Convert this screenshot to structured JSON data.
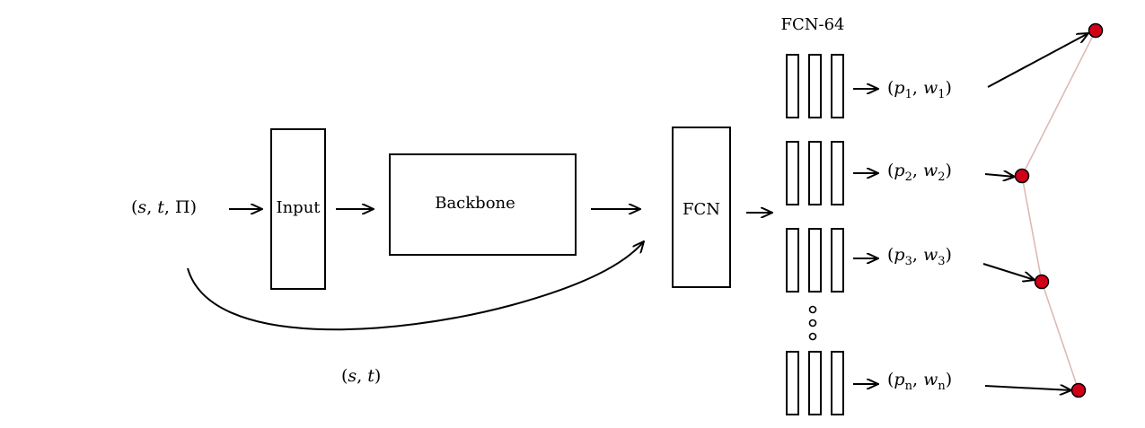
{
  "labels": {
    "input_tuple_prefix": "(",
    "input_tuple_s": "s",
    "input_tuple_t": "t",
    "input_tuple_pi": "Π",
    "skip_tuple_s": "s",
    "skip_tuple_t": "t",
    "input_block": "Input",
    "backbone_block": "Backbone",
    "fcn_block": "FCN",
    "fcn_heads_title": "FCN-64"
  },
  "outputs": [
    {
      "p": "p",
      "w": "w",
      "index": "1"
    },
    {
      "p": "p",
      "w": "w",
      "index": "2"
    },
    {
      "p": "p",
      "w": "w",
      "index": "3"
    },
    {
      "p": "p",
      "w": "w",
      "index": "n"
    }
  ],
  "colors": {
    "node_fill": "#d10018",
    "path_edge": "#e0b8b8",
    "stroke": "#000000"
  }
}
